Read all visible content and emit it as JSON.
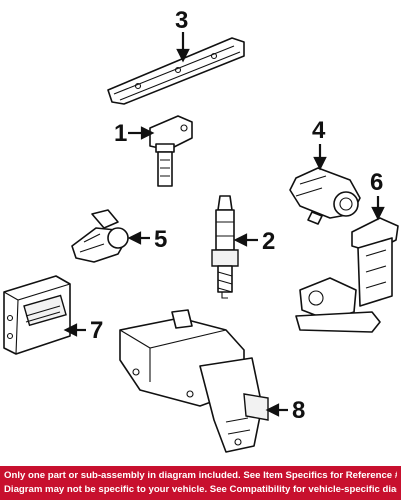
{
  "callouts": {
    "c1": "1",
    "c2": "2",
    "c3": "3",
    "c4": "4",
    "c5": "5",
    "c6": "6",
    "c7": "7",
    "c8": "8"
  },
  "disclaimer": {
    "line1": "Only one part or sub-assembly in diagram included. See Item Specifics for Reference #.",
    "line2": "Diagram may not be specific to your vehicle. See Compatibility for vehicle-specific diagrams."
  },
  "colors": {
    "banner_background": "#c8102e",
    "banner_text": "#ffffff",
    "line_art": "#111111"
  }
}
